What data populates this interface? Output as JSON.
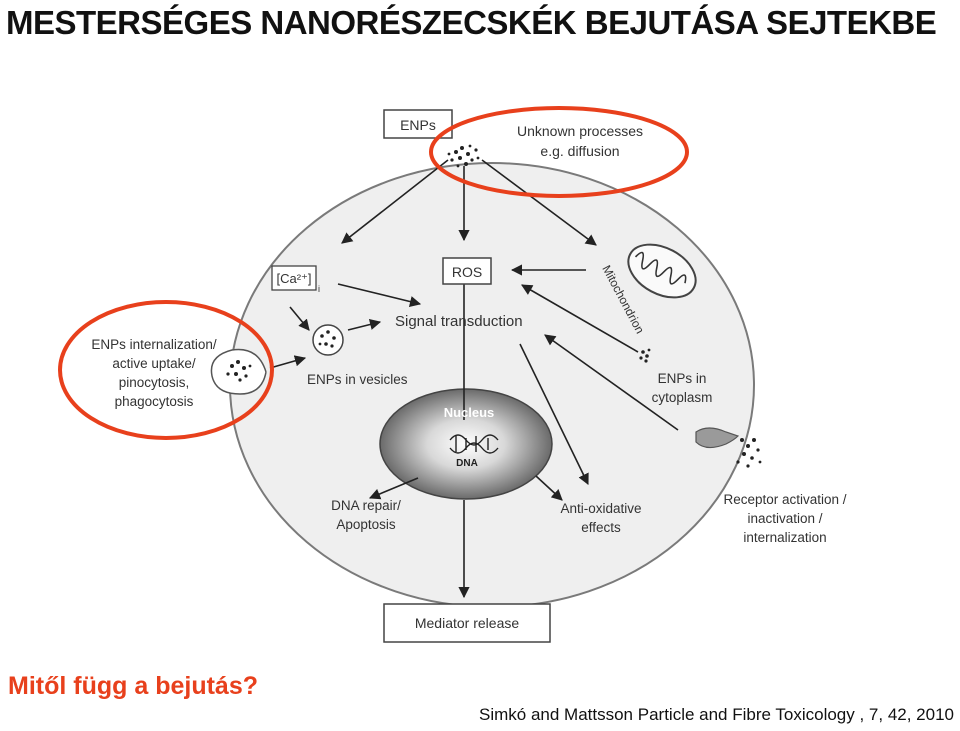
{
  "page": {
    "title": "MESTERSÉGES NANORÉSZECSKÉK BEJUTÁSA SEJTEKBE",
    "question": "Mitől függ a bejutás?",
    "citation": "Simkó and Mattsson Particle and Fibre Toxicology , 7, 42, 2010"
  },
  "diagram": {
    "enps_box": "ENPs",
    "unknown_line1": "Unknown processes",
    "unknown_line2": "e.g. diffusion",
    "ros_box": "ROS",
    "calcium_box": "[Ca²⁺]",
    "calcium_sub": "i",
    "signal_transduction": "Signal transduction",
    "mitochondrion": "Mitochondrion",
    "internalization_line1": "ENPs internalization/",
    "internalization_line2": "active uptake/",
    "internalization_line3": "pinocytosis,",
    "internalization_line4": "phagocytosis",
    "enps_in_vesicles": "ENPs in vesicles",
    "enps_in_cytoplasm_line1": "ENPs in",
    "enps_in_cytoplasm_line2": "cytoplasm",
    "nucleus": "Nucleus",
    "dna": "DNA",
    "dna_repair_line1": "DNA repair/",
    "dna_repair_line2": "Apoptosis",
    "antiox_line1": "Anti-oxidative",
    "antiox_line2": "effects",
    "receptor_line1": "Receptor activation /",
    "receptor_line2": "inactivation /",
    "receptor_line3": "internalization",
    "mediator_release": "Mediator release"
  },
  "colors": {
    "highlight": "#e8401c",
    "cell_fill": "#efefef",
    "cell_stroke": "#7a7a7a",
    "text": "#333333"
  }
}
